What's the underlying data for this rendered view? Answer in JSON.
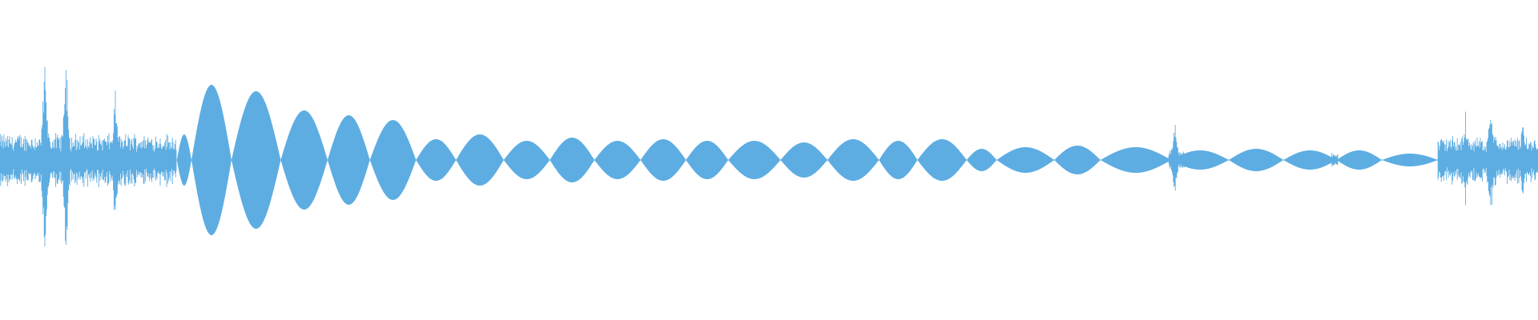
{
  "waveform": {
    "color": "#5dade2",
    "background": "#ffffff",
    "lobes": [
      {
        "t0": 0.115,
        "t1": 0.1245,
        "peak": 0.16
      },
      {
        "t0": 0.1245,
        "t1": 0.1505,
        "peak": 0.47
      },
      {
        "t0": 0.1505,
        "t1": 0.1825,
        "peak": 0.43
      },
      {
        "t0": 0.1825,
        "t1": 0.213,
        "peak": 0.31
      },
      {
        "t0": 0.213,
        "t1": 0.2405,
        "peak": 0.28
      },
      {
        "t0": 0.2405,
        "t1": 0.2705,
        "peak": 0.25
      },
      {
        "t0": 0.2705,
        "t1": 0.2965,
        "peak": 0.13
      },
      {
        "t0": 0.2965,
        "t1": 0.3275,
        "peak": 0.16
      },
      {
        "t0": 0.3275,
        "t1": 0.3575,
        "peak": 0.12
      },
      {
        "t0": 0.3575,
        "t1": 0.3865,
        "peak": 0.14
      },
      {
        "t0": 0.3865,
        "t1": 0.4165,
        "peak": 0.12
      },
      {
        "t0": 0.4165,
        "t1": 0.446,
        "peak": 0.13
      },
      {
        "t0": 0.446,
        "t1": 0.4735,
        "peak": 0.12
      },
      {
        "t0": 0.4735,
        "t1": 0.5075,
        "peak": 0.12
      },
      {
        "t0": 0.5075,
        "t1": 0.538,
        "peak": 0.11
      },
      {
        "t0": 0.538,
        "t1": 0.5715,
        "peak": 0.13
      },
      {
        "t0": 0.5715,
        "t1": 0.5965,
        "peak": 0.12
      },
      {
        "t0": 0.5965,
        "t1": 0.6285,
        "peak": 0.13
      },
      {
        "t0": 0.6285,
        "t1": 0.648,
        "peak": 0.07
      },
      {
        "t0": 0.648,
        "t1": 0.6855,
        "peak": 0.08
      },
      {
        "t0": 0.6855,
        "t1": 0.7155,
        "peak": 0.09
      },
      {
        "t0": 0.7155,
        "t1": 0.7615,
        "peak": 0.08
      },
      {
        "t0": 0.7615,
        "t1": 0.799,
        "peak": 0.06
      },
      {
        "t0": 0.799,
        "t1": 0.8345,
        "peak": 0.07
      },
      {
        "t0": 0.8345,
        "t1": 0.869,
        "peak": 0.06
      },
      {
        "t0": 0.869,
        "t1": 0.8985,
        "peak": 0.06
      },
      {
        "t0": 0.8985,
        "t1": 0.935,
        "peak": 0.04
      }
    ],
    "bursts": [
      {
        "t0": 0.0,
        "t1": 0.115,
        "level": 0.18,
        "peaks": [
          {
            "t": 0.029,
            "amp": 0.65
          },
          {
            "t": 0.043,
            "amp": 0.78
          },
          {
            "t": 0.031,
            "amp": 0.3
          },
          {
            "t": 0.075,
            "amp": 0.45
          }
        ]
      },
      {
        "t0": 0.76,
        "t1": 0.77,
        "level": 0.07,
        "peaks": [
          {
            "t": 0.764,
            "amp": 0.25
          }
        ]
      },
      {
        "t0": 0.866,
        "t1": 0.87,
        "level": 0.05,
        "peaks": []
      },
      {
        "t0": 0.935,
        "t1": 1.0,
        "level": 0.16,
        "peaks": [
          {
            "t": 0.953,
            "amp": 0.32
          },
          {
            "t": 0.969,
            "amp": 0.44
          },
          {
            "t": 0.99,
            "amp": 0.26
          }
        ]
      }
    ]
  }
}
